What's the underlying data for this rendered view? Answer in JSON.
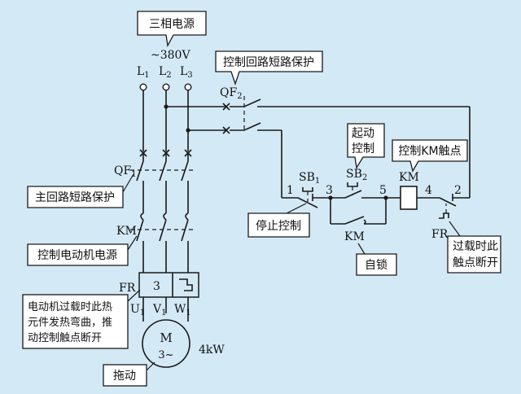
{
  "callouts": {
    "three_phase": "三相电源",
    "control_protect": "控制回路短路保护",
    "main_protect": "主回路短路保护",
    "motor_power": "控制电动机电源",
    "overload": [
      "电动机过载时此热",
      "元件发热弯曲，推",
      "动控制触点断开"
    ],
    "drive": "拖动",
    "start": [
      "起动",
      "控制"
    ],
    "km_contact": "控制KM触点",
    "stop": "停止控制",
    "self_lock": "自锁",
    "fr_open": [
      "过载时此",
      "触点断开"
    ]
  },
  "labels": {
    "voltage": "~380V",
    "L1": "L",
    "L1_sub": "1",
    "L2": "L",
    "L2_sub": "2",
    "L3": "L",
    "L3_sub": "3",
    "QF2": "QF",
    "QF2_sub": "2",
    "QF1": "QF",
    "QF1_sub": "1",
    "KM_main": "KM",
    "FR_main": "FR",
    "FR_box_num": "3",
    "U1": "U",
    "U1_sub": "1",
    "V1": "V",
    "V1_sub": "1",
    "W1": "W",
    "W1_sub": "1",
    "motor_M": "M",
    "motor_phase": "3~",
    "motor_power": "4kW",
    "SB1": "SB",
    "SB1_sub": "1",
    "SB2": "SB",
    "SB2_sub": "2",
    "KM_coil": "KM",
    "KM_aux": "KM",
    "FR_ctrl": "FR",
    "node1": "1",
    "node3": "3",
    "node5": "5",
    "node4": "4",
    "node2": "2"
  }
}
